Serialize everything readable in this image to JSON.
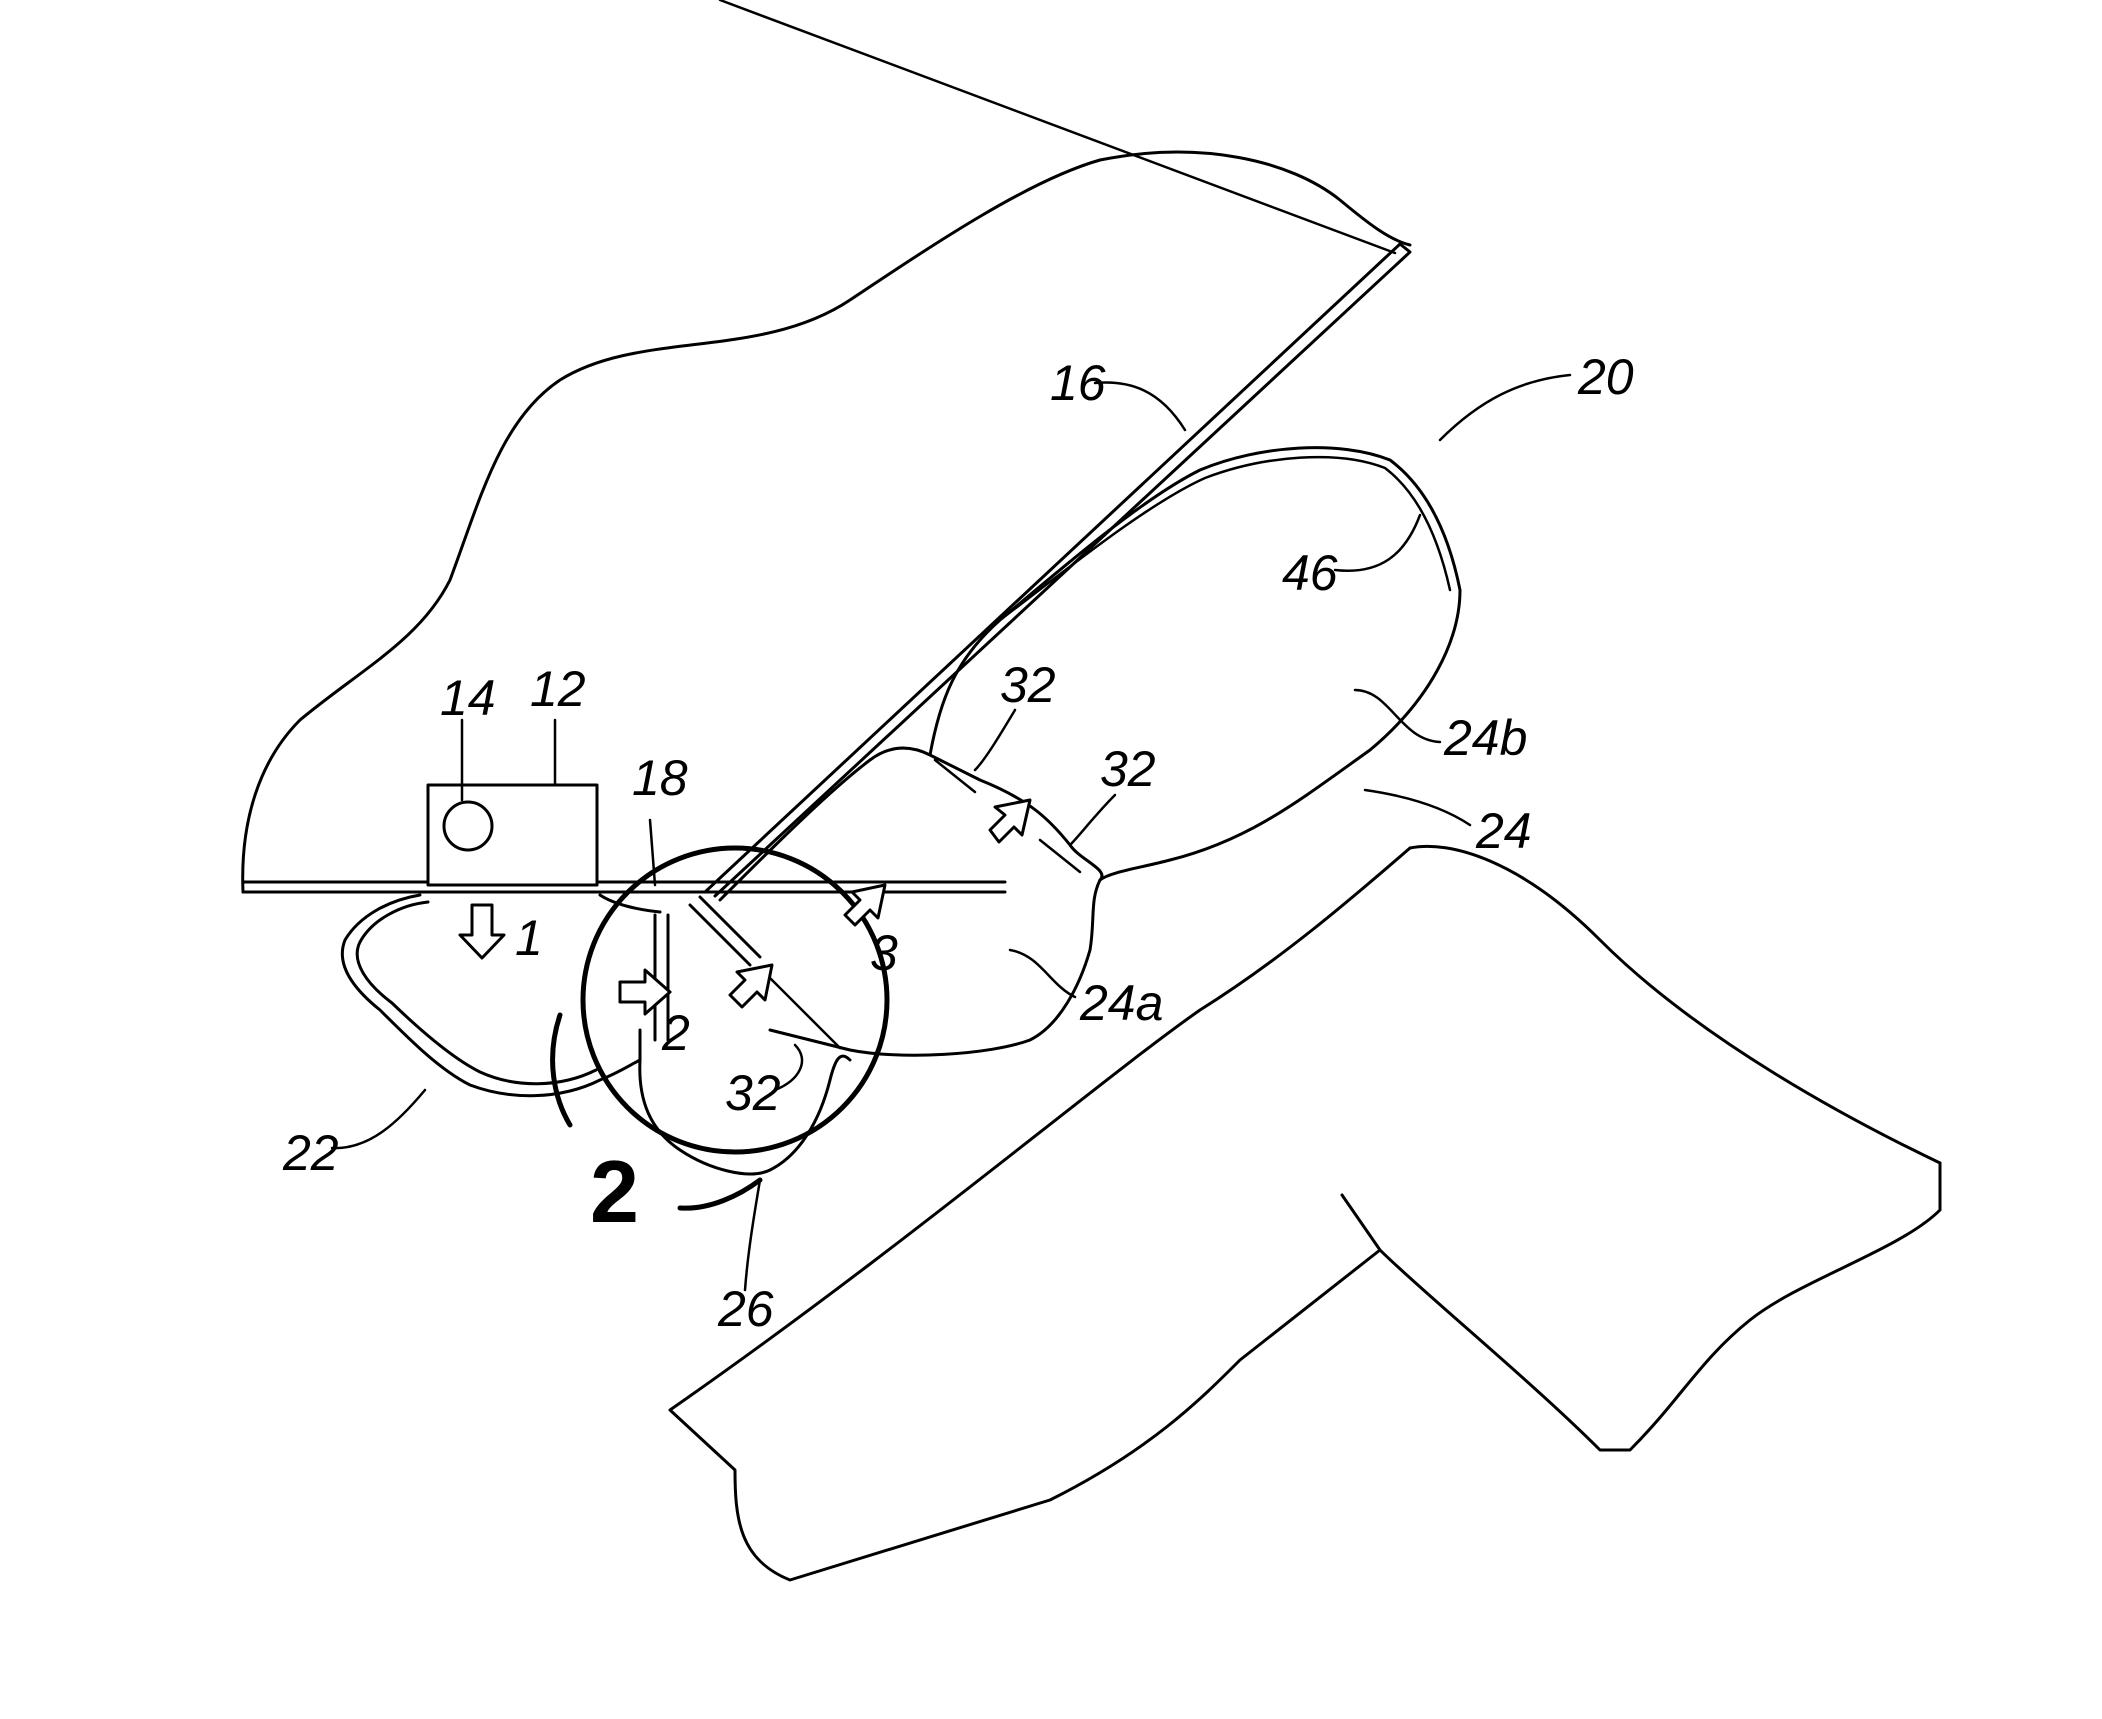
{
  "labels": {
    "ref_12": "12",
    "ref_14": "14",
    "ref_16": "16",
    "ref_18": "18",
    "ref_20": "20",
    "ref_22": "22",
    "ref_24": "24",
    "ref_24a": "24a",
    "ref_24b": "24b",
    "ref_26": "26",
    "ref_32_a": "32",
    "ref_32_b": "32",
    "ref_32_c": "32",
    "ref_46": "46",
    "flow_1": "1",
    "flow_2": "2",
    "flow_3": "3",
    "detail_view": "2"
  }
}
